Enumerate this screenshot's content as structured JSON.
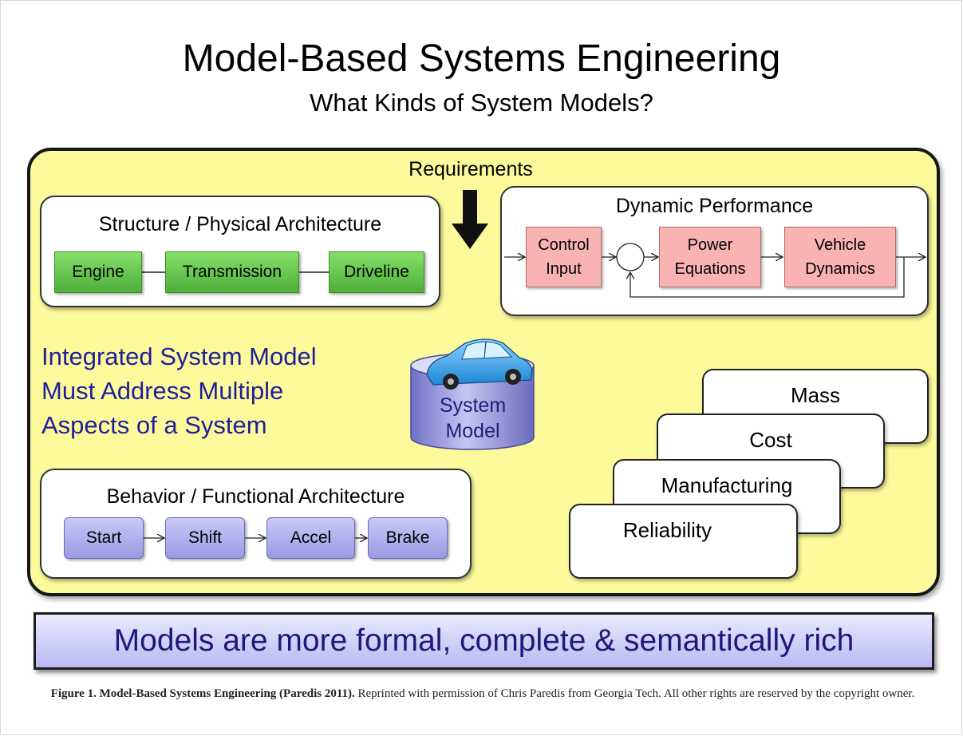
{
  "title": "Model-Based Systems Engineering",
  "subtitle": "What Kinds of System Models?",
  "requirements": "Requirements",
  "structure": {
    "title": "Structure / Physical Architecture",
    "items": [
      "Engine",
      "Transmission",
      "Driveline"
    ]
  },
  "dynamic": {
    "title": "Dynamic Performance",
    "blocks": [
      {
        "line1": "Control",
        "line2": "Input"
      },
      {
        "line1": "Power",
        "line2": "Equations"
      },
      {
        "line1": "Vehicle",
        "line2": "Dynamics"
      }
    ]
  },
  "integrated": {
    "line1": "Integrated System Model",
    "line2": "Must Address Multiple",
    "line3": "Aspects of a System"
  },
  "system_model": {
    "line1": "System",
    "line2": "Model"
  },
  "behavior": {
    "title": "Behavior / Functional Architecture",
    "items": [
      "Start",
      "Shift",
      "Accel",
      "Brake"
    ]
  },
  "aspects": [
    "Mass",
    "Cost",
    "Manufacturing",
    "Reliability"
  ],
  "banner": "Models are more formal, complete & semantically rich",
  "caption": {
    "bold": "Figure 1. Model-Based Systems Engineering (Paredis 2011).",
    "text": " Reprinted with permission of Chris Paredis from Georgia Tech. All other rights are reserved by the copyright owner."
  },
  "colors": {
    "panel": "#fdfa9c",
    "structure_blocks": "#5fc84a",
    "dynamic_blocks": "#f9b3b3",
    "behavior_blocks": "#b1b1ec",
    "integrated_text": "#1f1f9a",
    "banner_text": "#1a1a7a"
  }
}
